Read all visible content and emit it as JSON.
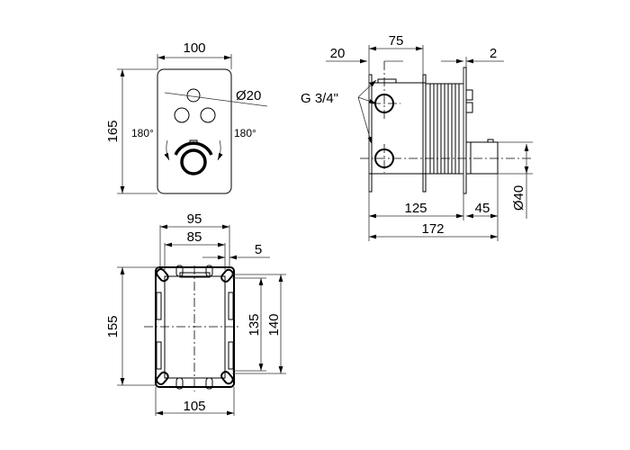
{
  "front_view": {
    "width": "100",
    "height": "165",
    "button_diameter": "Ø20",
    "rotation_left": "180°",
    "rotation_right": "180°"
  },
  "side_view": {
    "flange_offset": "20",
    "body_depth": "75",
    "plate_thickness": "2",
    "thread": "G 3/4\"",
    "body_length": "125",
    "spindle_length": "45",
    "total_length": "172",
    "spindle_diameter": "Ø40"
  },
  "frame_view": {
    "outer_width": "95",
    "inner_width": "85",
    "wall": "5",
    "outer_height": "155",
    "inner_height": "135",
    "mid_height": "140",
    "total_width": "105"
  }
}
